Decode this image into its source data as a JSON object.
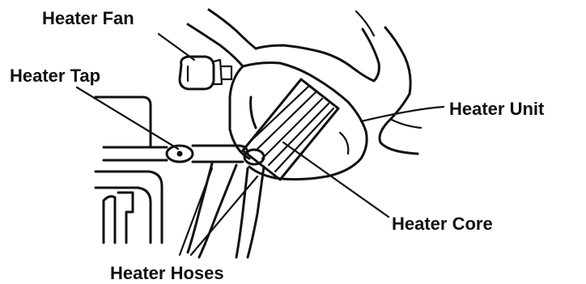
{
  "diagram": {
    "labels": {
      "heater_fan": "Heater Fan",
      "heater_tap": "Heater Tap",
      "heater_unit": "Heater Unit",
      "heater_core": "Heater Core",
      "heater_hoses": "Heater Hoses"
    }
  }
}
